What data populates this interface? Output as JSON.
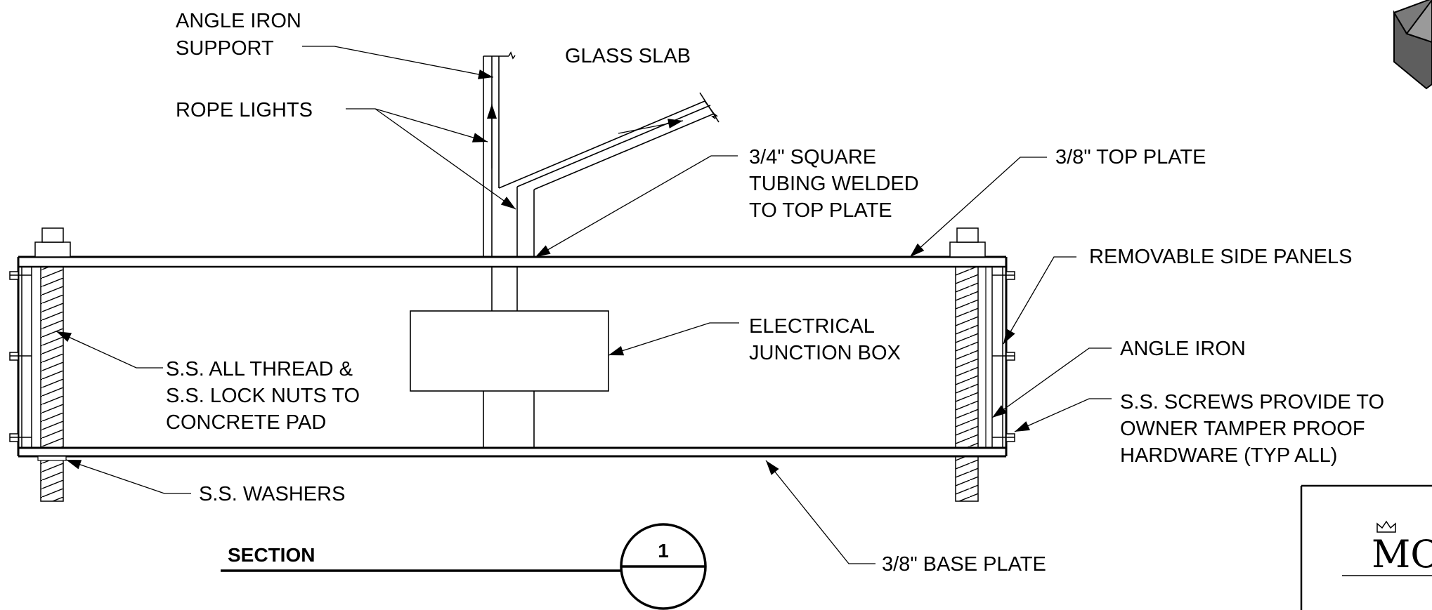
{
  "labels": {
    "angle_iron_support": [
      "ANGLE IRON",
      "SUPPORT"
    ],
    "glass_slab": "GLASS SLAB",
    "rope_lights": "ROPE LIGHTS",
    "square_tubing": [
      "3/4\" SQUARE",
      "TUBING WELDED",
      "TO TOP PLATE"
    ],
    "top_plate": "3/8\" TOP PLATE",
    "removable_side_panels": "REMOVABLE SIDE PANELS",
    "electrical_junction_box": [
      "ELECTRICAL",
      "JUNCTION BOX"
    ],
    "angle_iron": "ANGLE IRON",
    "all_thread": [
      "S.S. ALL THREAD &",
      "S.S. LOCK NUTS TO",
      "CONCRETE PAD"
    ],
    "ss_screws": [
      "S.S. SCREWS PROVIDE TO",
      "OWNER TAMPER PROOF",
      "HARDWARE (TYP ALL)"
    ],
    "washers": "S.S. WASHERS",
    "base_plate": "3/8\" BASE PLATE"
  },
  "section": {
    "title": "SECTION",
    "number": "1"
  },
  "title_block": {
    "logo_text": "MC"
  },
  "colors": {
    "line": "#000000",
    "background": "#ffffff",
    "block_shade": "#666666"
  }
}
